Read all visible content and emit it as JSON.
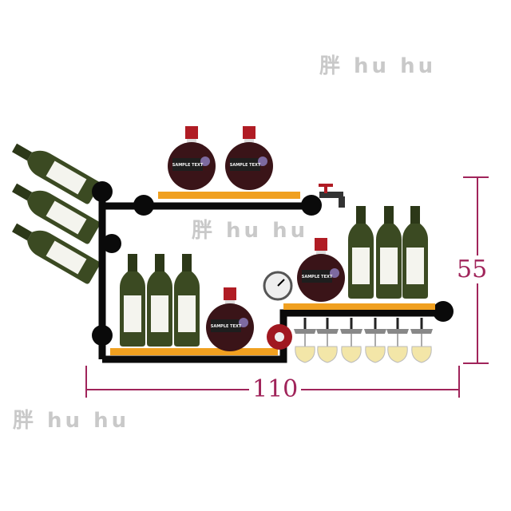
{
  "watermark": "胖 hu hu",
  "bottle_label": "SAMPLE TEXT",
  "dimensions": {
    "height": "55",
    "width": "110"
  },
  "colors": {
    "pipe": "#0a0a0a",
    "shelf": "#f0a020",
    "dimension": "#a0245a",
    "bottle_green": "#3b4a22",
    "wine": "#3a1418"
  }
}
